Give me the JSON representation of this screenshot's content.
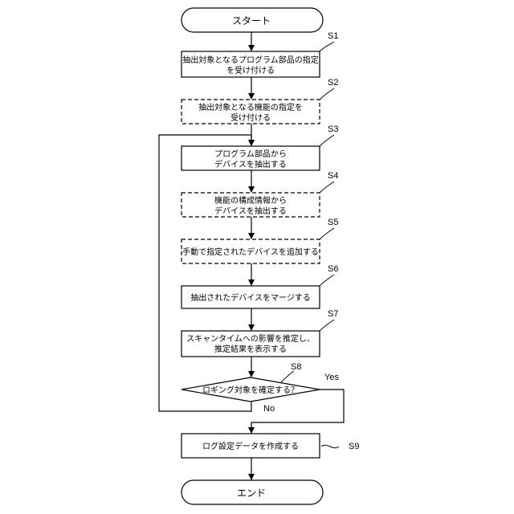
{
  "start": "スタート",
  "end": "エンド",
  "steps": {
    "s1": {
      "id": "S1",
      "lines": [
        "抽出対象となるプログラム部品の指定",
        "を受け付ける"
      ]
    },
    "s2": {
      "id": "S2",
      "lines": [
        "抽出対象となる機能の指定を",
        "受け付ける"
      ]
    },
    "s3": {
      "id": "S3",
      "lines": [
        "プログラム部品から",
        "デバイスを抽出する"
      ]
    },
    "s4": {
      "id": "S4",
      "lines": [
        "機能の構成情報から",
        "デバイスを抽出する"
      ]
    },
    "s5": {
      "id": "S5",
      "lines": [
        "手動で指定されたデバイスを追加する"
      ]
    },
    "s6": {
      "id": "S6",
      "lines": [
        "抽出されたデバイスをマージする"
      ]
    },
    "s7": {
      "id": "S7",
      "lines": [
        "スキャンタイムへの影響を推定し、",
        "推定結果を表示する"
      ]
    },
    "s8": {
      "id": "S8",
      "lines": [
        "ロギング対象を確定する？"
      ]
    },
    "s9": {
      "id": "S9",
      "lines": [
        "ログ設定データを作成する"
      ]
    }
  },
  "branches": {
    "yes": "Yes",
    "no": "No"
  }
}
